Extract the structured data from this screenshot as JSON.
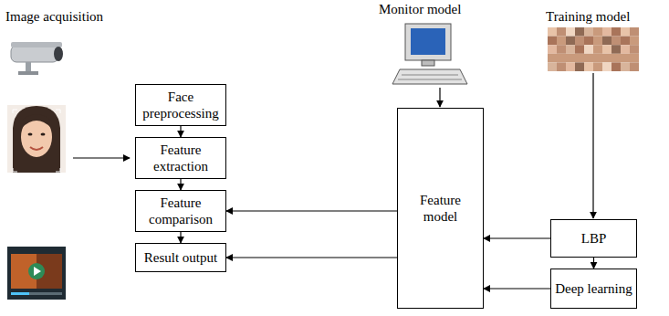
{
  "diagram": {
    "nodes": [
      {
        "text": [
          "Face preprocessing"
        ]
      },
      {
        "text": [
          "Feature extraction"
        ]
      },
      {
        "text": [
          "Feature comparison"
        ]
      },
      {
        "text": [
          "Result output"
        ]
      },
      {
        "text": [
          "Feature model"
        ]
      },
      {
        "text": [
          "LBP"
        ]
      },
      {
        "text": [
          "Deep learning"
        ]
      }
    ],
    "edges": [
      {
        "from": 0,
        "to": 1,
        "arrow": "to"
      },
      {
        "from": 1,
        "to": 2,
        "arrow": "to"
      },
      {
        "from": 2,
        "to": 3,
        "arrow": "to"
      },
      {
        "from": 4,
        "to": 2,
        "arrow": "to"
      },
      {
        "from": 4,
        "to": 3,
        "arrow": "to"
      },
      {
        "from": 5,
        "to": 4,
        "arrow": "to"
      },
      {
        "from": 6,
        "to": 4,
        "arrow": "to"
      },
      {
        "from": 5,
        "to": 6,
        "arrow": "to"
      }
    ],
    "labels": [
      "Image acquisition",
      "Monitor model",
      "Training model"
    ]
  }
}
